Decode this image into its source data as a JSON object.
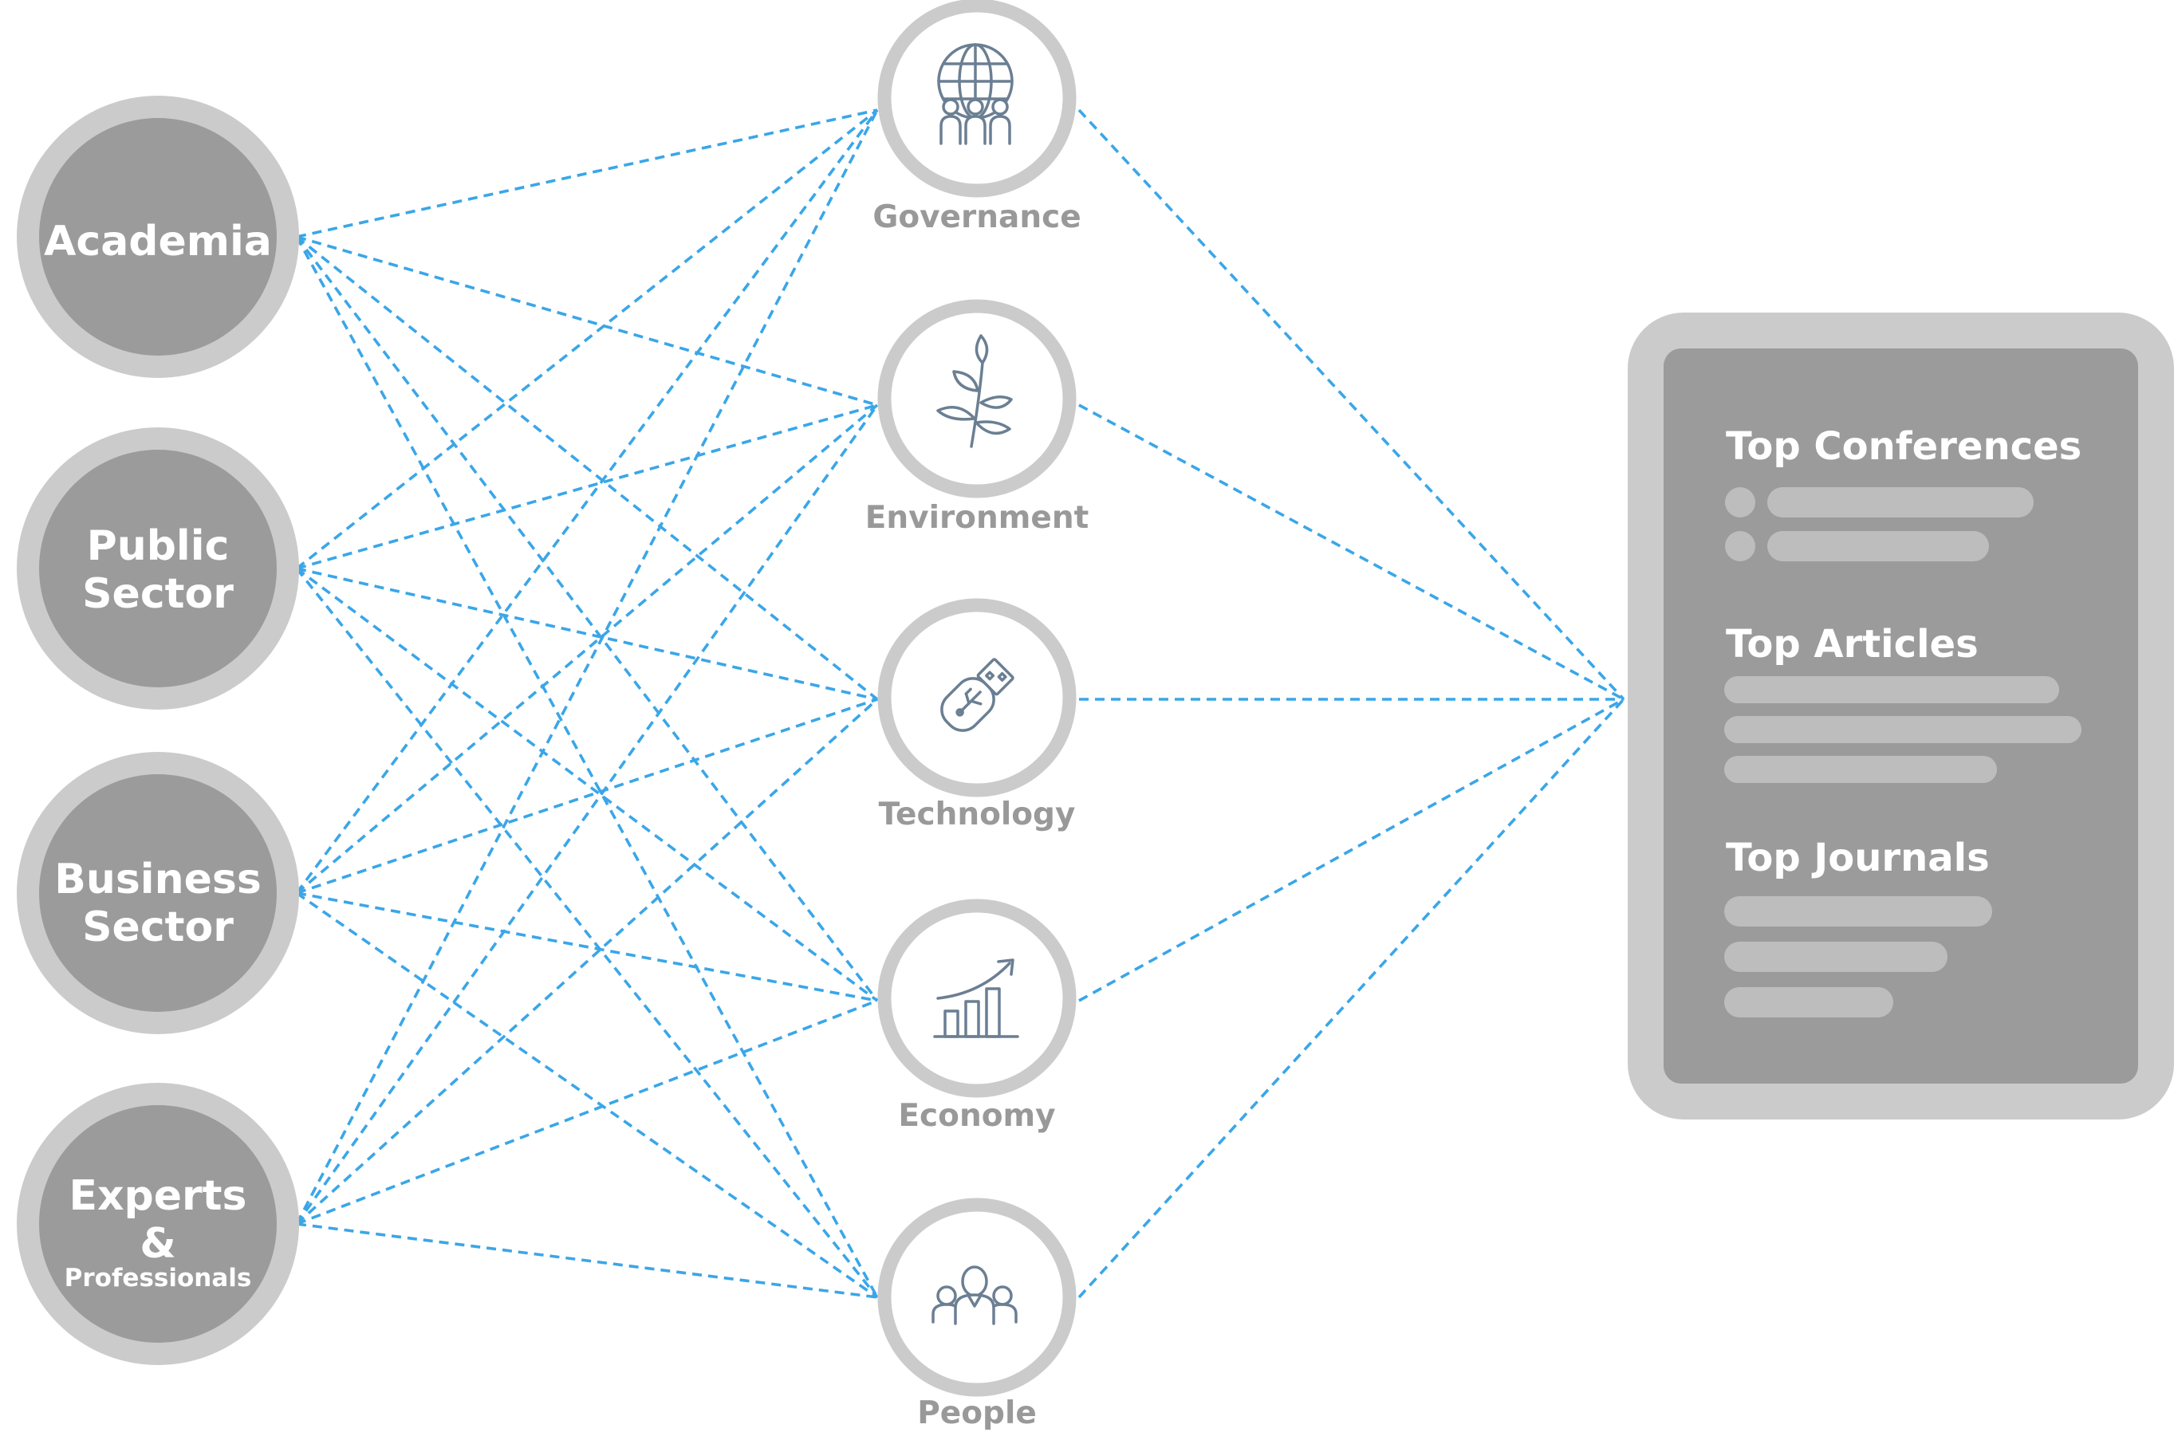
{
  "sources": [
    {
      "id": "academia",
      "lines": [
        "Academia"
      ]
    },
    {
      "id": "public",
      "lines": [
        "Public",
        "Sector"
      ]
    },
    {
      "id": "business",
      "lines": [
        "Business",
        "Sector"
      ]
    },
    {
      "id": "experts",
      "lines": [
        "Experts",
        "&"
      ],
      "small": "Professionals"
    }
  ],
  "topics": [
    {
      "id": "governance",
      "label": "Governance",
      "icon": "globe-people-icon"
    },
    {
      "id": "environment",
      "label": "Environment",
      "icon": "plant-icon"
    },
    {
      "id": "technology",
      "label": "Technology",
      "icon": "usb-drive-icon"
    },
    {
      "id": "economy",
      "label": "Economy",
      "icon": "growth-chart-icon"
    },
    {
      "id": "people",
      "label": "People",
      "icon": "people-group-icon"
    }
  ],
  "panel": {
    "conferences_title": "Top Conferences",
    "articles_title": "Top Articles",
    "journals_title": "Top Journals"
  },
  "colors": {
    "connector": "#3aa6e8",
    "node_fill": "#9b9b9b",
    "node_ring": "#cbcbcb",
    "label_text": "#999999",
    "icon_stroke": "#6b7f93",
    "panel_outer": "#cbcbcb",
    "panel_inner": "#9b9b9b",
    "placeholder": "#bdbdbd"
  }
}
